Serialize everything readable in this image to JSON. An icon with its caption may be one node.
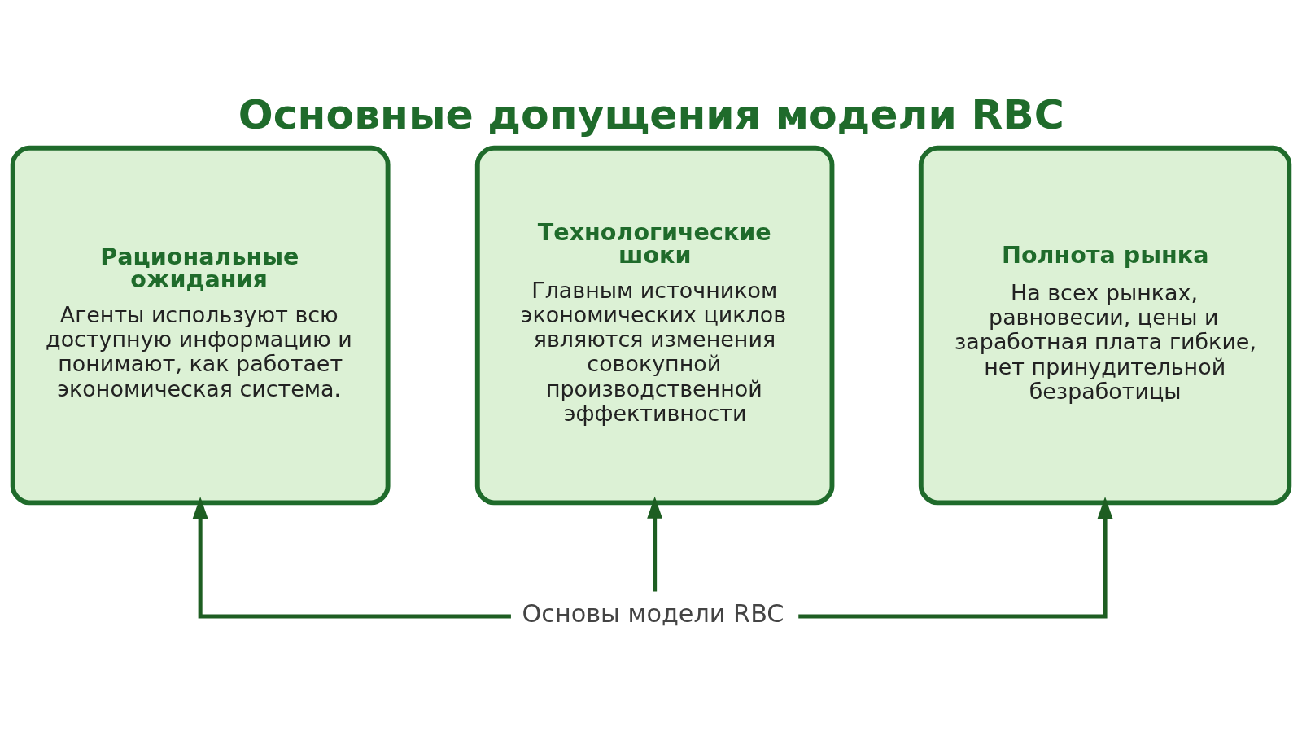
{
  "diagram": {
    "title": "Основные допущения модели RBC",
    "nodes": [
      {
        "text": [
          "Рациональные ожидания",
          "Агенты используют всю доступную информацию и понимают, как работает экономическая система."
        ]
      },
      {
        "text": [
          "Технологические шоки",
          "Главным источником экономических циклов являются изменения совокупной производственной эффективности"
        ]
      },
      {
        "text": [
          "Полнота рынка",
          "На всех рынках, равновесии, цены и заработная плата гибкие, нет принудительной безработицы"
        ]
      },
      {
        "text": [
          "Основы модели RBC"
        ]
      }
    ],
    "edges": [
      {
        "from": 3,
        "to": 0,
        "arrow": "to"
      },
      {
        "from": 3,
        "to": 1,
        "arrow": "to"
      },
      {
        "from": 3,
        "to": 2,
        "arrow": "to"
      }
    ]
  }
}
